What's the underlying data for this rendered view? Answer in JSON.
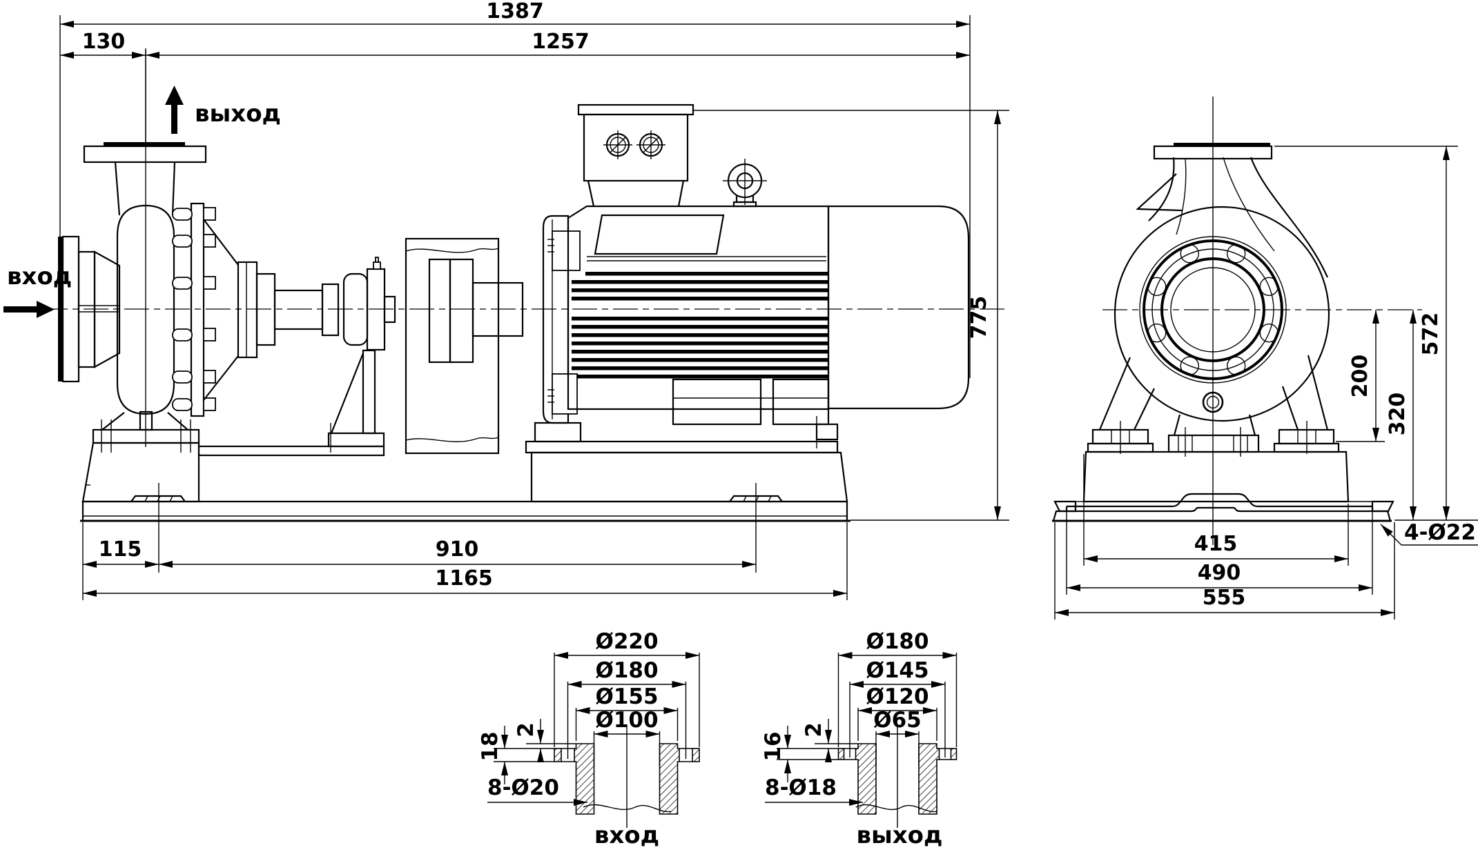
{
  "drawing_type": "pump-dimensional-drawing",
  "units": "mm",
  "flow_labels": {
    "inlet": "вход",
    "outlet": "выход"
  },
  "side_view": {
    "dim_overall_length": "1387",
    "dim_inlet_to_outlet_axis": "130",
    "dim_outlet_axis_to_motor_end": "1257",
    "dim_overall_height": "775",
    "dim_base_edge_to_first_pad": "115",
    "dim_pad_span": "910",
    "dim_base_length": "1165"
  },
  "front_view": {
    "dim_height_to_flange": "572",
    "dim_axis_to_foot": "200",
    "dim_axis_to_base": "320",
    "dim_foot_span": "415",
    "dim_hole_span": "490",
    "dim_base_width": "555",
    "anchor_holes": "4-Ø22"
  },
  "inlet_flange_detail": {
    "label": "вход",
    "outer_diameter": "Ø220",
    "bolt_circle": "Ø180",
    "raised_face": "Ø155",
    "bore": "Ø100",
    "face_step": "2",
    "thickness": "18",
    "bolt_holes": "8-Ø20"
  },
  "outlet_flange_detail": {
    "label": "выход",
    "outer_diameter": "Ø180",
    "bolt_circle": "Ø145",
    "raised_face": "Ø120",
    "bore": "Ø65",
    "face_step": "2",
    "thickness": "16",
    "bolt_holes": "8-Ø18"
  }
}
